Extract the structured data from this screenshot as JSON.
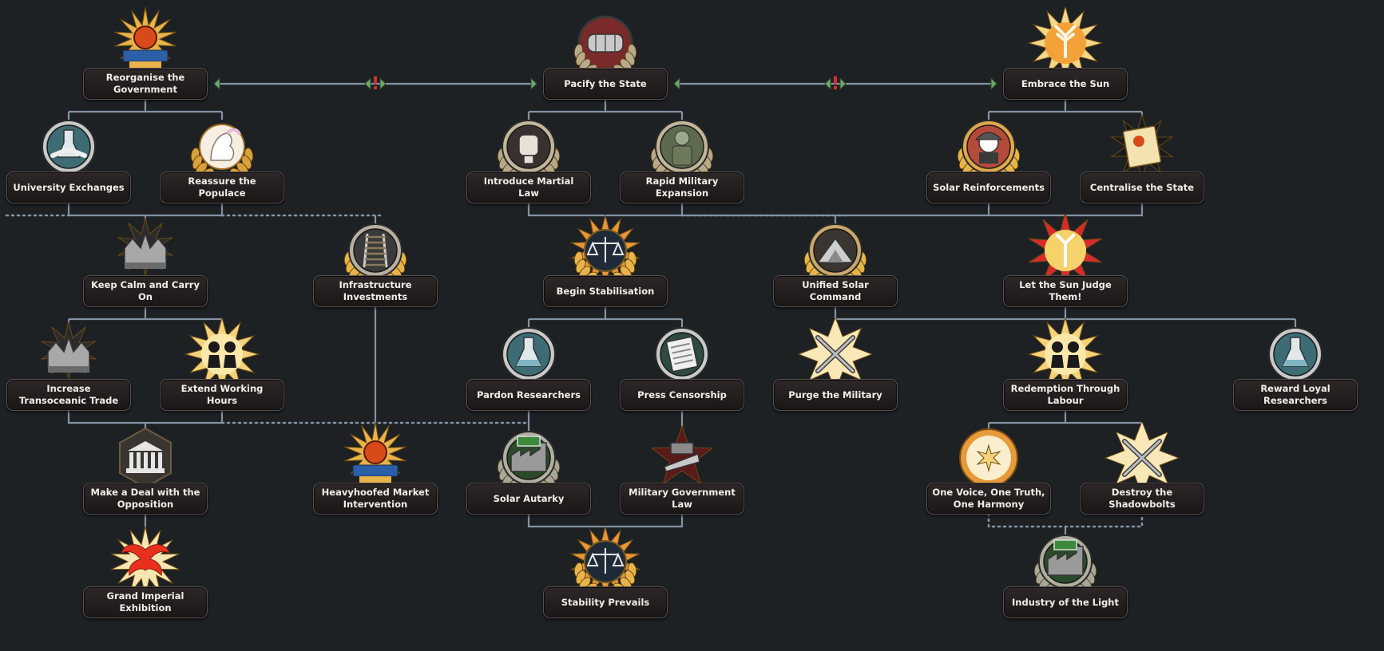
{
  "focus_tree": {
    "nodes": [
      {
        "id": "reorganise",
        "label": "Reorganise the Government",
        "icon": "sun-altar-icon"
      },
      {
        "id": "pacify",
        "label": "Pacify the State",
        "icon": "armored-fist-icon"
      },
      {
        "id": "embrace",
        "label": "Embrace the Sun",
        "icon": "radiant-sun-icon"
      },
      {
        "id": "university",
        "label": "University Exchanges",
        "icon": "handshake-flask-icon"
      },
      {
        "id": "reassure",
        "label": "Reassure the Populace",
        "icon": "white-pony-icon"
      },
      {
        "id": "martial",
        "label": "Introduce Martial Law",
        "icon": "raised-fist-icon"
      },
      {
        "id": "rapid",
        "label": "Rapid Military Expansion",
        "icon": "soldier-icon"
      },
      {
        "id": "solar_reinf",
        "label": "Solar Reinforcements",
        "icon": "helmeted-soldier-icon"
      },
      {
        "id": "centralise",
        "label": "Centralise the State",
        "icon": "document-seal-icon"
      },
      {
        "id": "keep_calm",
        "label": "Keep Calm and Carry On",
        "icon": "fortress-icon"
      },
      {
        "id": "infra",
        "label": "Infrastructure Investments",
        "icon": "railway-icon"
      },
      {
        "id": "begin_stab",
        "label": "Begin Stabilisation",
        "icon": "scales-icon"
      },
      {
        "id": "unified",
        "label": "Unified Solar Command",
        "icon": "command-pyramid-icon"
      },
      {
        "id": "let_sun",
        "label": "Let the Sun Judge Them!",
        "icon": "sun-judgement-icon"
      },
      {
        "id": "transoceanic",
        "label": "Increase Transoceanic Trade",
        "icon": "fortress-icon"
      },
      {
        "id": "working",
        "label": "Extend Working Hours",
        "icon": "workers-icon"
      },
      {
        "id": "pardon",
        "label": "Pardon Researchers",
        "icon": "flask-icon"
      },
      {
        "id": "press",
        "label": "Press Censorship",
        "icon": "newspaper-icon"
      },
      {
        "id": "purge",
        "label": "Purge the Military",
        "icon": "crossed-swords-icon"
      },
      {
        "id": "redemption",
        "label": "Redemption Through Labour",
        "icon": "workers-icon"
      },
      {
        "id": "reward",
        "label": "Reward Loyal Researchers",
        "icon": "flask-icon"
      },
      {
        "id": "deal",
        "label": "Make a Deal with the Opposition",
        "icon": "parliament-icon"
      },
      {
        "id": "heavyhoofed",
        "label": "Heavyhoofed Market Intervention",
        "icon": "sun-altar-icon"
      },
      {
        "id": "autarky",
        "label": "Solar Autarky",
        "icon": "factory-icon"
      },
      {
        "id": "mil_gov",
        "label": "Military Government Law",
        "icon": "gavel-star-icon"
      },
      {
        "id": "one_voice",
        "label": "One Voice, One Truth, One Harmony",
        "icon": "harmony-medallion-icon"
      },
      {
        "id": "shadowbolts",
        "label": "Destroy the Shadowbolts",
        "icon": "crossed-swords-icon"
      },
      {
        "id": "grand",
        "label": "Grand Imperial Exhibition",
        "icon": "phoenix-icon"
      },
      {
        "id": "stability",
        "label": "Stability Prevails",
        "icon": "scales-icon"
      },
      {
        "id": "industry",
        "label": "Industry of the Light",
        "icon": "factory-icon"
      }
    ],
    "exclusive_marker": "!",
    "colors": {
      "background": "#1d2124",
      "line": "#8393a4",
      "plate": "#2a2525",
      "text": "#f2eee8",
      "gold": "#e8b44a",
      "silver": "#b9c0c4",
      "exclusive_red": "#e0302a",
      "arrow_green": "#6fa86b"
    }
  }
}
